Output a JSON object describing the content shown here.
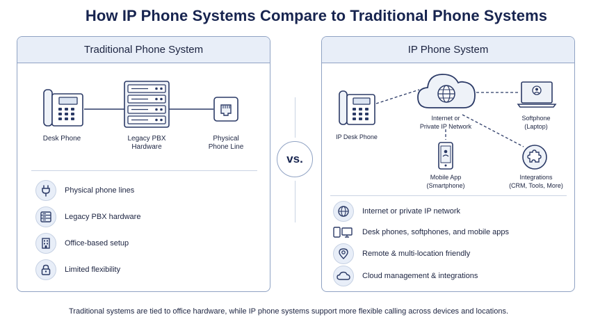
{
  "title": "How IP Phone Systems Compare to Traditional Phone Systems",
  "vs": "vs.",
  "left_panel": {
    "heading": "Traditional Phone System",
    "nodes": {
      "desk_phone": "Desk Phone",
      "pbx_line1": "Legacy PBX",
      "pbx_line2": "Hardware",
      "line_line1": "Physical",
      "line_line2": "Phone Line"
    },
    "features": [
      {
        "label": "Physical phone lines",
        "icon": "plug-icon"
      },
      {
        "label": "Legacy PBX hardware",
        "icon": "server-icon"
      },
      {
        "label": "Office-based setup",
        "icon": "building-icon"
      },
      {
        "label": "Limited flexibility",
        "icon": "lock-icon"
      }
    ]
  },
  "right_panel": {
    "heading": "IP Phone System",
    "nodes": {
      "ip_desk_phone": "IP Desk Phone",
      "network_line1": "Internet or",
      "network_line2": "Private IP Network",
      "softphone_line1": "Softphone",
      "softphone_line2": "(Laptop)",
      "mobile_line1": "Mobile App",
      "mobile_line2": "(Smartphone)",
      "integrations_line1": "Integrations",
      "integrations_line2": "(CRM, Tools, More)"
    },
    "features": [
      {
        "label": "Internet or private IP network",
        "icon": "globe-icon"
      },
      {
        "label": "Desk phones, softphones, and mobile apps",
        "icon": "devices-icon"
      },
      {
        "label": "Remote & multi-location friendly",
        "icon": "location-pin-icon"
      },
      {
        "label": "Cloud management & integrations",
        "icon": "cloud-icon"
      }
    ]
  },
  "footer": "Traditional systems are tied to office hardware, while IP phone systems support more flexible calling across devices and locations.",
  "colors": {
    "navy": "#17244f",
    "panel_border": "#8fa2c3",
    "header_fill": "#e8eef8",
    "icon_stroke": "#2b3a66"
  }
}
